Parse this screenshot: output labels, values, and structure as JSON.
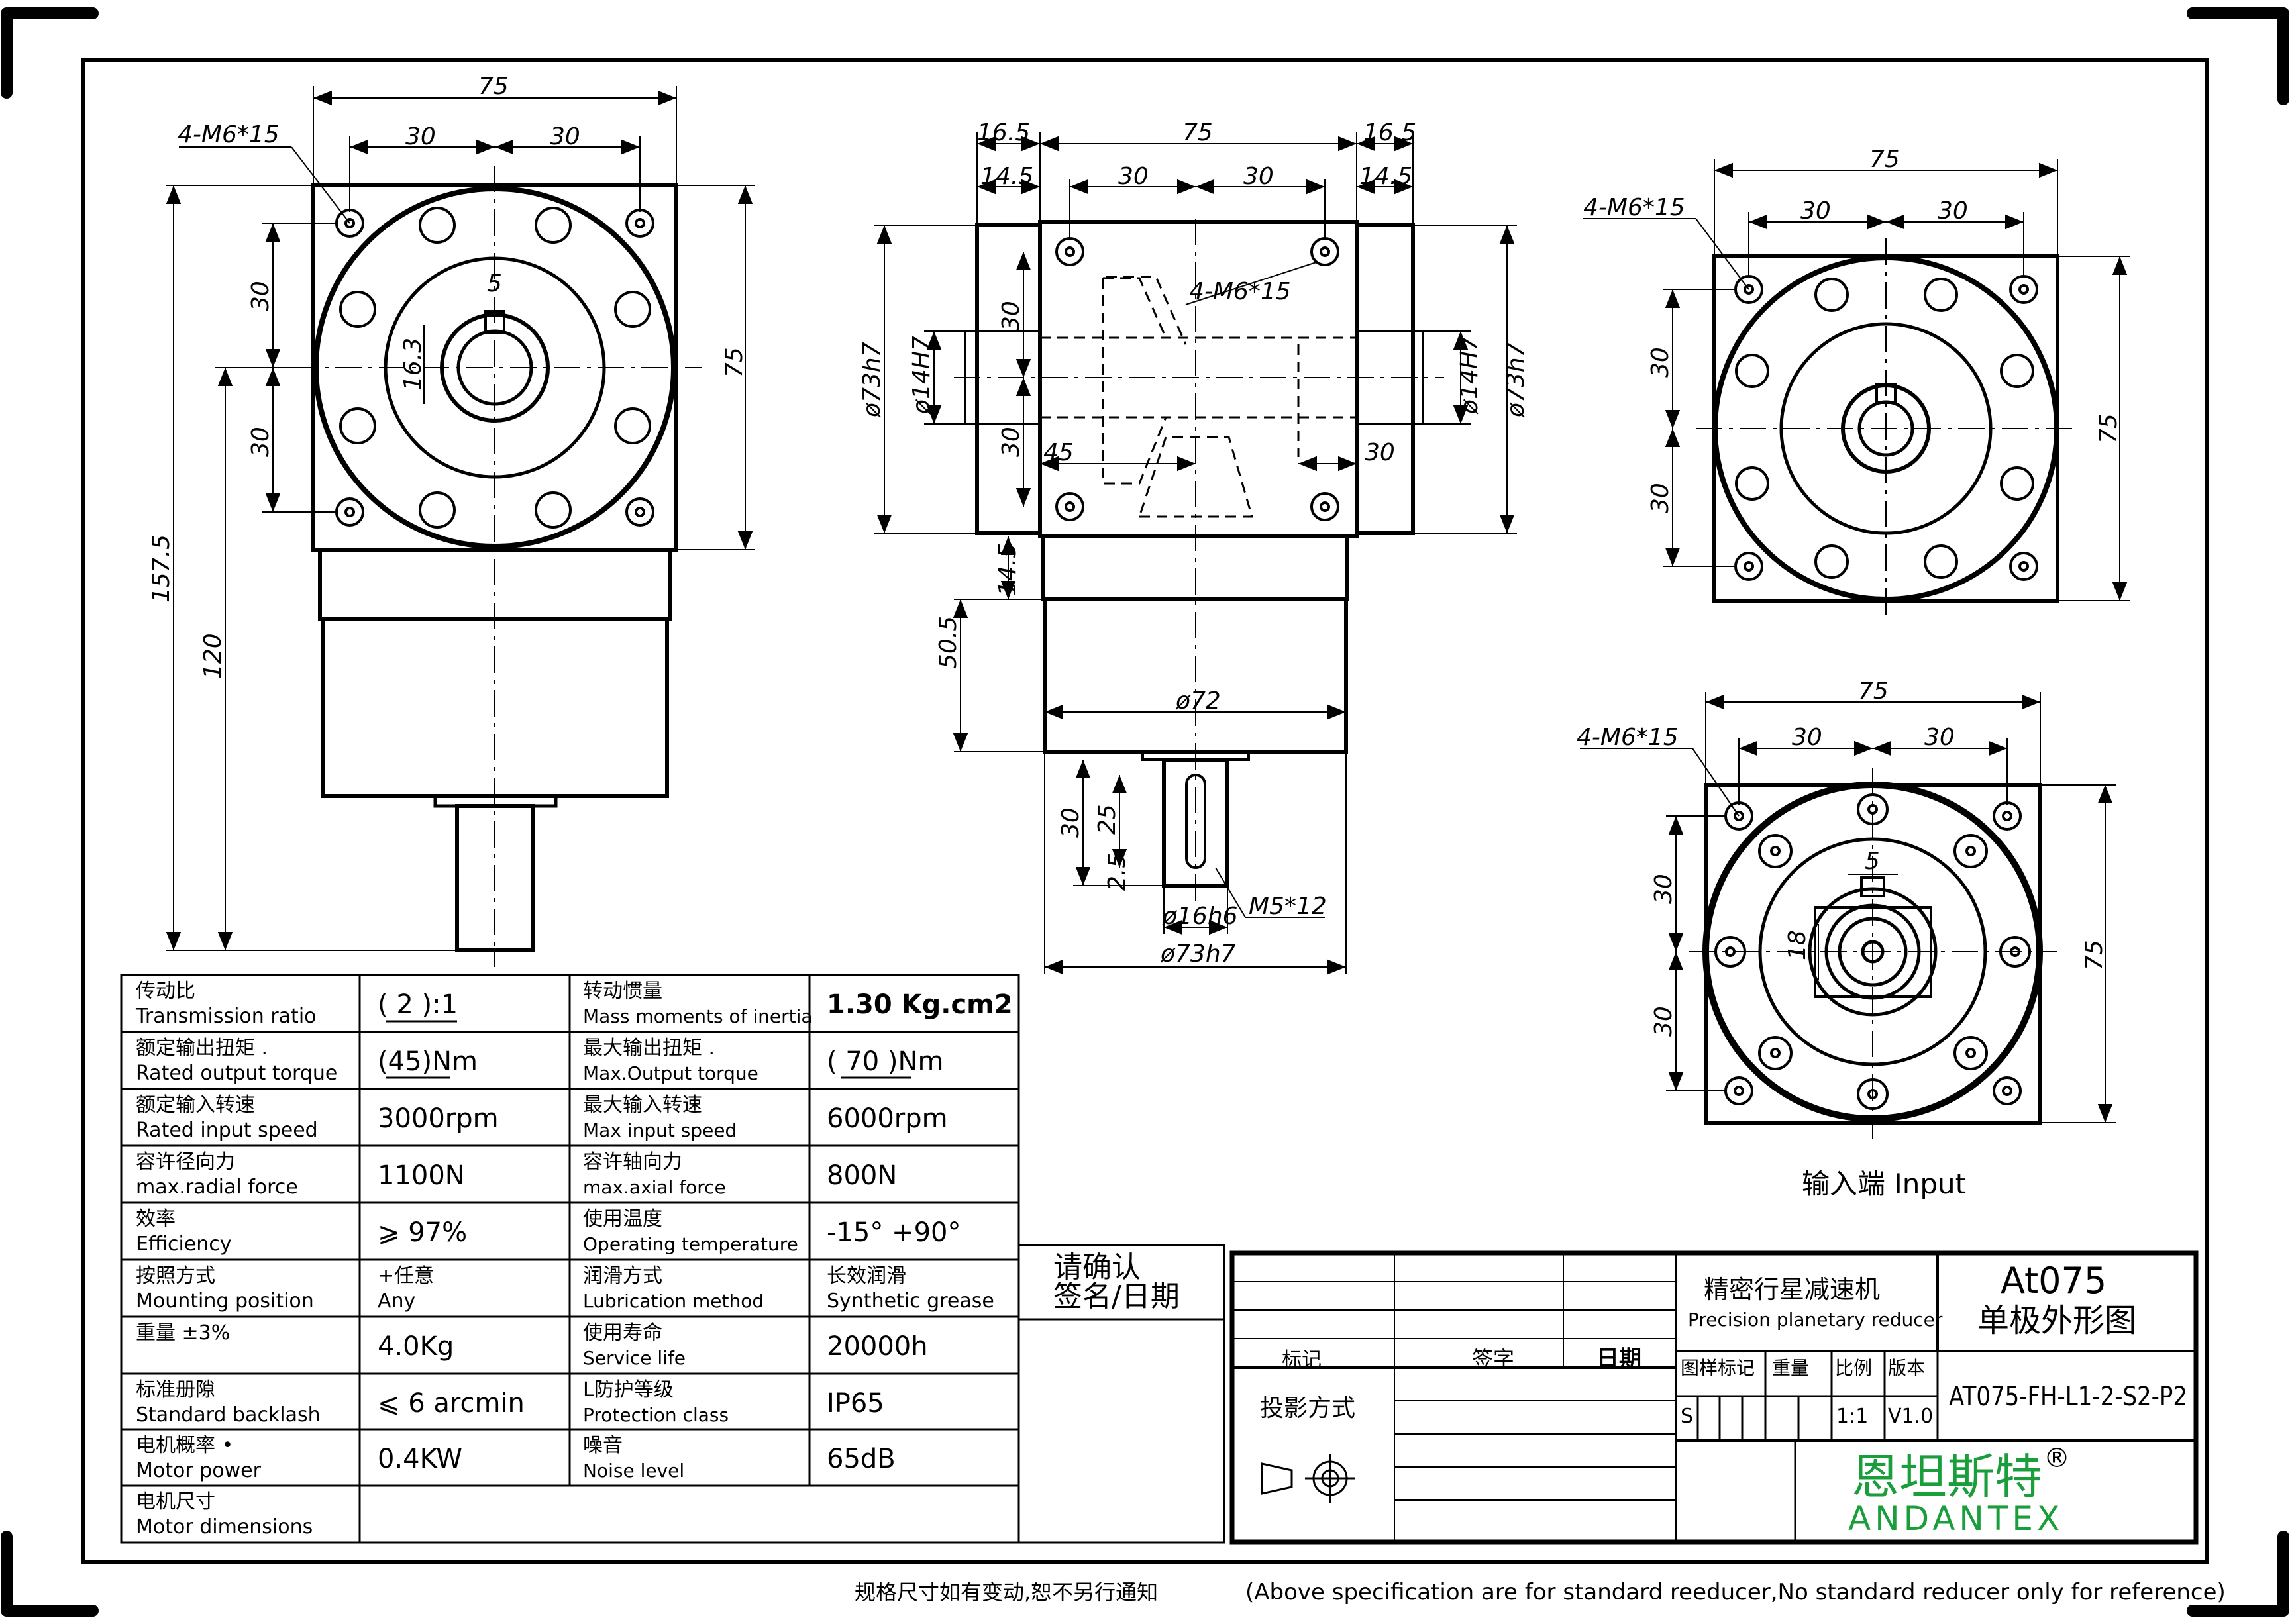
{
  "views": {
    "left_view": {
      "dims": {
        "top_width": "75",
        "bolt_spacing_l": "30",
        "bolt_spacing_r": "30",
        "bolt_label": "4-M6*15",
        "side_height": "75",
        "vert_30_top": "30",
        "vert_30_bot": "30",
        "overall": "157.5",
        "to_shaft": "120",
        "key_width": "5",
        "key_depth": "16.3"
      }
    },
    "center_view": {
      "dims": {
        "ext_l": "16.5",
        "ext_r": "16.5",
        "width": "75",
        "sub_l": "14.5",
        "sub_r": "14.5",
        "bolt_l": "30",
        "bolt_r": "30",
        "bolt_label": "4-M6*15",
        "dia_left": "ø73h7",
        "hole_left": "ø14H7",
        "hole_right": "ø14H7",
        "dia_right": "ø73h7",
        "v30_top": "30",
        "v30_bot": "30",
        "h45": "45",
        "h30": "30",
        "step": "14.5",
        "body": "50.5",
        "body_dia": "ø72",
        "shaft30": "30",
        "shaft25": "25",
        "shaft25b": "2.5",
        "shaft_dia": "ø16h6",
        "thread": "M5*12",
        "flange_dia": "ø73h7"
      }
    },
    "right_top_view": {
      "dims": {
        "width": "75",
        "bolt_l": "30",
        "bolt_r": "30",
        "bolt_label": "4-M6*15",
        "v30_top": "30",
        "v30_bot": "30",
        "height": "75"
      }
    },
    "right_bottom_view": {
      "dims": {
        "width": "75",
        "bolt_l": "30",
        "bolt_r": "30",
        "bolt_label": "4-M6*15",
        "v30_top": "30",
        "v30_bot": "30",
        "height": "75",
        "key": "5",
        "bore": "18"
      },
      "caption": "输入端  Input"
    }
  },
  "spec_table": {
    "rows": [
      {
        "cn1": "传动比",
        "en1": "Transmission ratio",
        "v1": "( 2 ):1",
        "cn2": "转动惯量",
        "en2": "Mass moments of inertia",
        "v2": "1.30 Kg.cm2"
      },
      {
        "cn1": "额定输出扭矩  .",
        "en1": "Rated output torque",
        "v1": "(45)Nm",
        "cn2": "最大输出扭矩  .",
        "en2": "Max.Output torque",
        "v2": "( 70 )Nm"
      },
      {
        "cn1": "额定输入转速",
        "en1": "Rated input speed",
        "v1": "3000rpm",
        "cn2": "最大输入转速",
        "en2": "Max input speed",
        "v2": "6000rpm"
      },
      {
        "cn1": "容许径向力",
        "en1": "max.radial force",
        "v1": "1100N",
        "cn2": "容许轴向力",
        "en2": "max.axial  force",
        "v2": "800N"
      },
      {
        "cn1": "效率",
        "en1": "Efficiency",
        "v1": "⩾ 97%",
        "cn2": "使用温度",
        "en2": "Operating temperature",
        "v2": "-15° +90°"
      },
      {
        "cn1": "按照方式",
        "en1": "Mounting position",
        "v1": "+任意\nAny",
        "cn2": "润滑方式",
        "en2": "Lubrication method",
        "v2": "长效润滑\nSynthetic grease"
      },
      {
        "cn1": "重量 ±3%",
        "en1": "",
        "v1": "4.0Kg",
        "cn2": "使用寿命",
        "en2": "Service life",
        "v2": "20000h"
      },
      {
        "cn1": "标准册隙",
        "en1": "Standard backlash",
        "v1": "⩽ 6 arcmin",
        "cn2": "L防护等级",
        "en2": "Protection class",
        "v2": "IP65"
      },
      {
        "cn1": "电机概率 •",
        "en1": "Motor power",
        "v1": "0.4KW",
        "cn2": "噪音",
        "en2": "Noise level",
        "v2": "65dB"
      },
      {
        "cn1": "电机尺寸",
        "en1": "Motor dimensions",
        "v1": "",
        "cn2": "",
        "en2": "",
        "v2": ""
      }
    ]
  },
  "confirm_box": {
    "line1": "请确认",
    "line2": "签名/日期"
  },
  "title_block": {
    "col_mark": "标记",
    "col_sign": "签字",
    "col_date": "日期",
    "projection": "投影方式",
    "product_cn": "精密行星减速机",
    "product_en": "Precision planetary reducer",
    "model": "At075",
    "view_name": "单极外形图",
    "h_mark": "图样标记",
    "h_weight": "重量",
    "h_scale": "比例",
    "h_version": "版本",
    "mark_val": "S",
    "scale_val": "1:1",
    "version_val": "V1.0",
    "part_no": "AT075-FH-L1-2-S2-P2",
    "brand_cn": "恩坦斯特",
    "brand_reg": "®",
    "brand_en": "ANDANTEX"
  },
  "footer": {
    "cn": "规格尺寸如有变动,恕不另行通知",
    "en": "(Above specification are for standard reeducer,No standard reducer only for reference)"
  }
}
